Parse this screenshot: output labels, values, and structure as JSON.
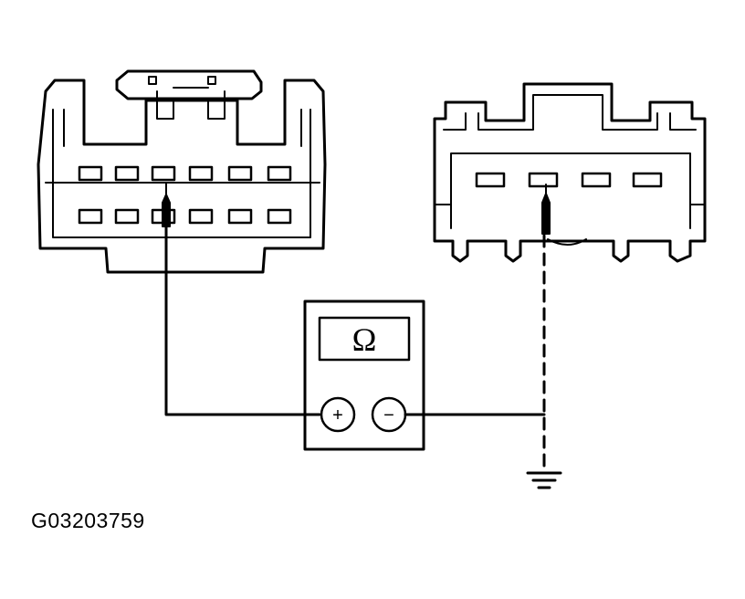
{
  "meter": {
    "display_symbol": "Ω",
    "positive_label": "+",
    "negative_label": "−"
  },
  "figure_id": "G03203759",
  "left_connector": {
    "top_row_pins": 6,
    "bottom_row_pins": 6,
    "probed_pin": 3
  },
  "right_connector": {
    "pins": 4,
    "probed_pin": 2
  }
}
